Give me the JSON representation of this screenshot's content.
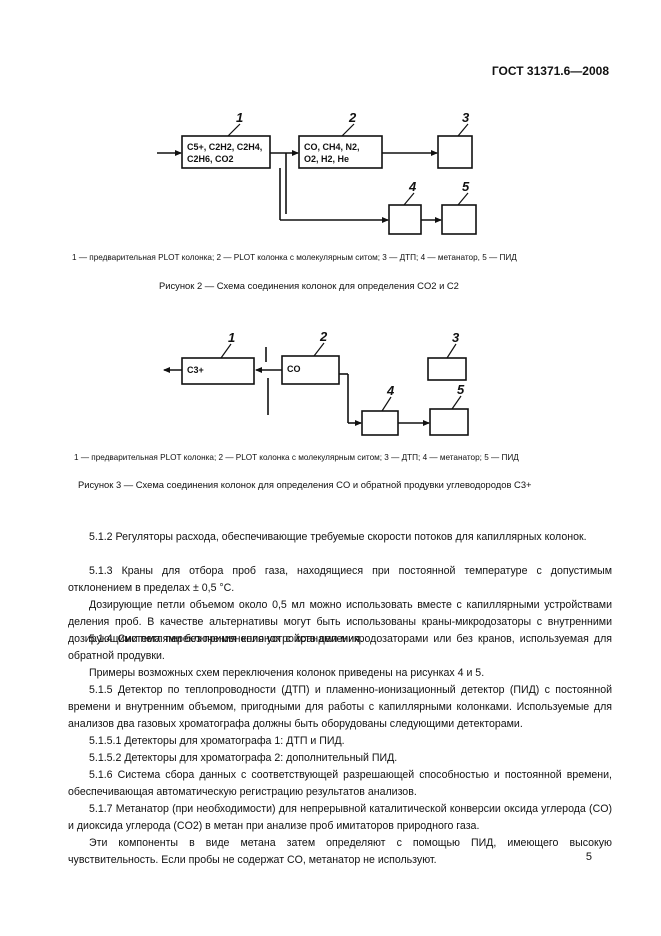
{
  "header": {
    "doc_id": "ГОСТ 31371.6—2008"
  },
  "figure2": {
    "boxes": [
      {
        "number": "1",
        "label_line1": "C5+, C2H2, C2H4,",
        "label_line2": "C2H6, CO2"
      },
      {
        "number": "2",
        "label_line1": "CO, CH4, N2,",
        "label_line2": "O2, H2, He"
      },
      {
        "number": "3"
      },
      {
        "number": "4"
      },
      {
        "number": "5"
      }
    ],
    "legend": "1 — предварительная PLOT колонка; 2 — PLOT колонка с молекулярным ситом; 3 — ДТП; 4 — метанатор, 5 — ПИД",
    "caption": "Рисунок 2 — Схема соединения колонок для определения CO2 и C2"
  },
  "figure3": {
    "boxes": [
      {
        "number": "1",
        "label": "C3+"
      },
      {
        "number": "2",
        "label": "CO"
      },
      {
        "number": "3"
      },
      {
        "number": "4"
      },
      {
        "number": "5"
      }
    ],
    "legend": "1 — предварительная PLOT колонка; 2 — PLOT колонка с молекулярным ситом; 3 — ДТП; 4 — метанатор; 5 — ПИД",
    "caption": "Рисунок 3 — Схема соединения колонок для определения CO и обратной продувки углеводородов C3+"
  },
  "paragraphs": [
    "5.1.2 Регуляторы расхода, обеспечивающие требуемые скорости потоков для капиллярных колонок.",
    "5.1.3 Краны для отбора проб газа, находящиеся при постоянной температуре с допустимым отклонением в пределах ± 0,5 °С.",
    "Дозирующие петли объемом около 0,5 мл можно использовать вместе с капиллярными устройствами деления проб. В качестве альтернативы могут быть использованы краны-микродозаторы с внутренними дозирующими петлями без применения устройств деления.",
    "5.1.4 Система переключения колонок с кранами-микродозаторами или без кранов, используемая для обратной продувки.",
    "Примеры возможных схем переключения колонок приведены на рисунках 4 и 5.",
    "5.1.5 Детектор по теплопроводности (ДТП) и пламенно-ионизационный детектор (ПИД) с постоянной времени и внутренним объемом, пригодными для работы с капиллярными колонками. Используемые для анализов два газовых хроматографа должны быть оборудованы следующими детекторами.",
    "5.1.5.1 Детекторы для хроматографа 1: ДТП и ПИД.",
    "5.1.5.2 Детекторы для хроматографа 2: дополнительный ПИД.",
    "5.1.6 Система сбора данных с соответствующей разрешающей способностью и постоянной времени, обеспечивающая автоматическую регистрацию результатов анализов.",
    "5.1.7 Метанатор (при необходимости) для непрерывной каталитической конверсии оксида углерода (CO) и диоксида углерода (CO2) в метан при анализе проб имитаторов природного газа.",
    "Эти компоненты в виде метана затем определяют с помощью ПИД, имеющего высокую чувствительность. Если пробы не содержат CO, метанатор не используют."
  ],
  "page_number": "5"
}
